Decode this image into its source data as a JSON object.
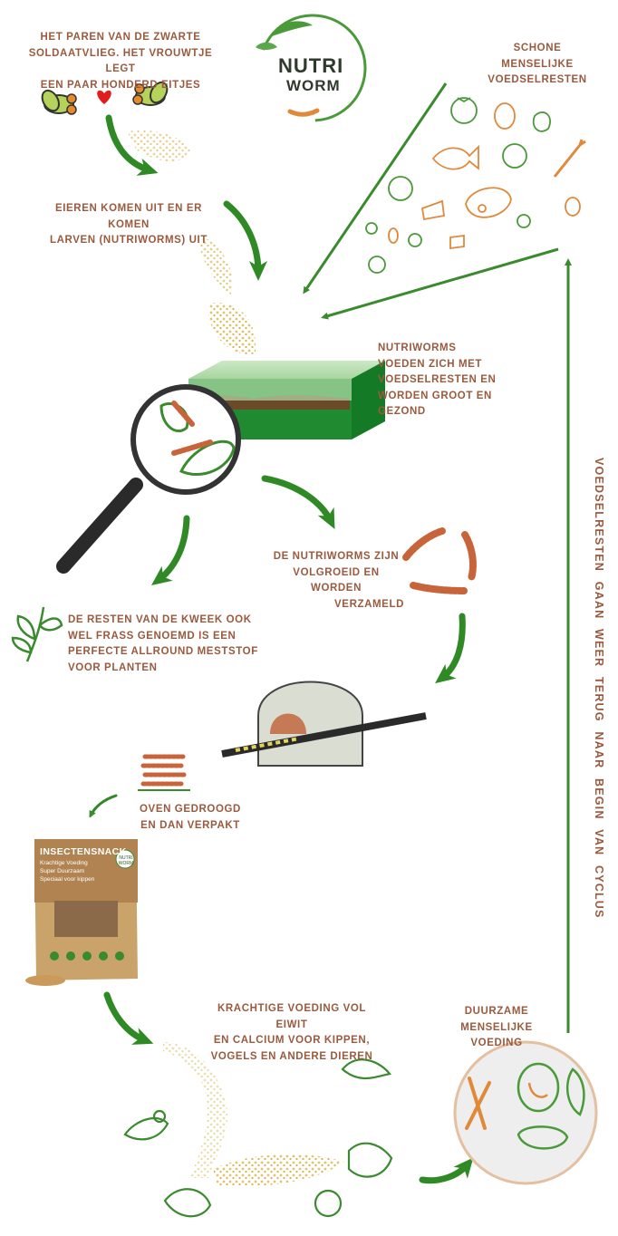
{
  "logo": {
    "line1": "NUTRI",
    "line2": "WORM"
  },
  "steps": {
    "mating": [
      "HET PAREN VAN DE ZWARTE",
      "SOLDAATVLIEG. HET VROUWTJE LEGT",
      "EEN PAAR HONDERD EITJES"
    ],
    "hatching": [
      "EIEREN KOMEN UIT EN ER KOMEN",
      "LARVEN (NUTRIWORMS) UIT"
    ],
    "food_waste": [
      "SCHONE",
      "MENSELIJKE",
      "VOEDSELRESTEN"
    ],
    "feeding": [
      "NUTRIWORMS",
      "VOEDEN ZICH MET",
      "VOEDSELRESTEN EN",
      "WORDEN GROOT EN",
      "GEZOND"
    ],
    "harvest": [
      "DE NUTRIWORMS ZIJN",
      "VOLGROEID EN WORDEN",
      "VERZAMELD"
    ],
    "frass": [
      "DE RESTEN VAN DE KWEEK OOK",
      "WEL FRASS GENOEMD IS EEN",
      "PERFECTE ALLROUND MESTSTOF",
      "VOOR PLANTEN"
    ],
    "oven": [
      "OVEN GEDROOGD",
      "EN DAN VERPAKT"
    ],
    "feed": [
      "KRACHTIGE VOEDING VOL EIWIT",
      "EN CALCIUM  VOOR KIPPEN,",
      "VOGELS EN ANDERE DIEREN"
    ],
    "human_food": [
      "DUURZAME",
      "MENSELIJKE",
      "VOEDING"
    ],
    "cycle": "VOEDSELRESTEN GAAN WEER TERUG NAAR BEGIN VAN CYCLUS"
  },
  "package": {
    "title": "INSECTENSNACK",
    "sub1": "Krachtige Voeding",
    "sub2": "Super Duurzaam",
    "sub3": "Speciaal voor kippen",
    "brand": "NUTRI WORM"
  },
  "colors": {
    "text": "#9a5a3e",
    "arrow": "#3a8a2e",
    "icon_green": "#4a9a3a",
    "icon_orange": "#e0893a",
    "larva": "#c8643a"
  }
}
